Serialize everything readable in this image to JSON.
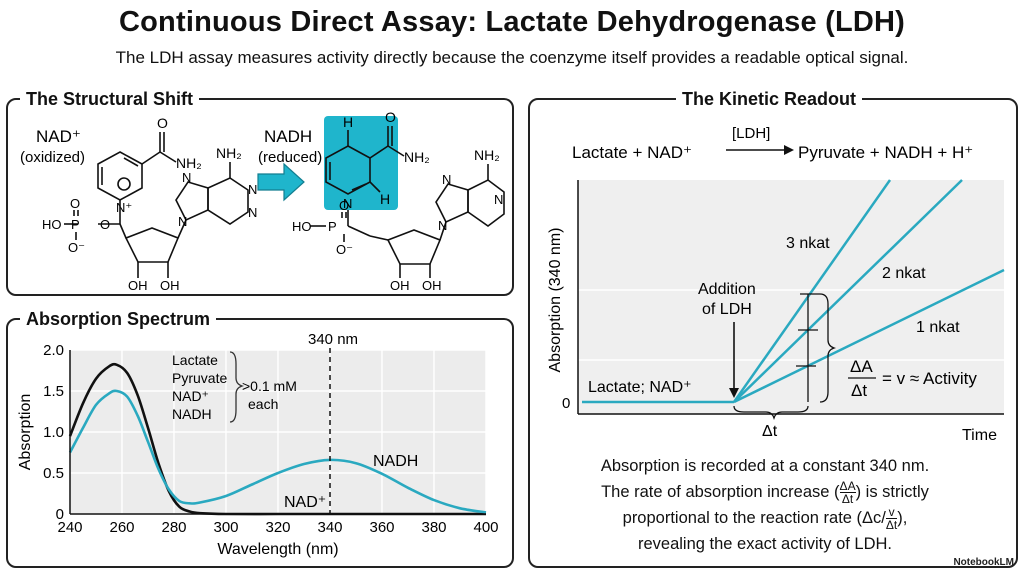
{
  "header": {
    "title": "Continuous Direct Assay: Lactate Dehydrogenase (LDH)",
    "subtitle": "The LDH assay measures activity directly because the coenzyme itself provides a readable optical signal."
  },
  "structural": {
    "title": "The Structural Shift",
    "nad_label": "NAD⁺",
    "nad_state": "(oxidized)",
    "nadh_label": "NADH",
    "nadh_state": "(reduced)",
    "nh2": "NH₂",
    "n": "N",
    "h": "H",
    "o": "O",
    "oh": "OH",
    "ho": "HO",
    "p": "P",
    "o_minus": "O⁻",
    "n_plus": "N⁺",
    "highlight_color": "#1fb5cc"
  },
  "spectrum": {
    "title": "Absorption Spectrum",
    "marker_label": "340 nm",
    "legend_items": [
      "Lactate",
      "Pyruvate",
      "NAD⁺",
      "NADH"
    ],
    "legend_note_1": ">0.1 mM",
    "legend_note_2": "each",
    "curve_label_nadh": "NADH",
    "curve_label_nad": "NAD⁺"
  },
  "kinetic": {
    "title": "The Kinetic Readout",
    "eq_left": "Lactate + NAD⁺",
    "eq_enzyme": "[LDH]",
    "eq_right": "Pyruvate + NADH + H⁺",
    "ylabel": "Absorption (340 nm)",
    "xlabel": "Time",
    "zero_label": "0",
    "baseline_label": "Lactate; NAD⁺",
    "addition_1": "Addition",
    "addition_2": "of LDH",
    "line_labels": [
      "3 nkat",
      "2 nkat",
      "1 nkat"
    ],
    "delta_a": "ΔA",
    "delta_t": "Δt",
    "rate_text": "= v ≈ Activity",
    "delta_t_label": "Δt"
  },
  "caption": {
    "line1": "Absorption is recorded at a constant 340 nm.",
    "line2a": "The rate of absorption increase (",
    "line2frac_top": "ΔA",
    "line2frac_bot": "Δt",
    "line2b": ") is strictly",
    "line3a": "proportional to the reaction rate (Δc/",
    "line3frac_top": "v",
    "line3frac_bot": "Δt",
    "line3b": "),",
    "line4": "revealing the exact activity of LDH."
  },
  "watermark": "NotebookLM",
  "chart_data": {
    "type": "line",
    "title": "",
    "xlabel": "Wavelength (nm)",
    "ylabel": "Absorption",
    "xlim": [
      240,
      400
    ],
    "ylim": [
      0,
      2.0
    ],
    "x_ticks": [
      "240",
      "260",
      "280",
      "300",
      "320",
      "340",
      "360",
      "380",
      "400"
    ],
    "y_ticks": [
      "0",
      "0.5",
      "1.0",
      "1.5",
      "2.0"
    ],
    "grid": true,
    "vline": 340,
    "series": [
      {
        "name": "NAD⁺",
        "color": "#111111",
        "x": [
          240,
          245,
          250,
          255,
          258,
          262,
          266,
          270,
          274,
          278,
          282,
          286,
          290,
          300,
          320,
          340,
          360,
          380,
          400
        ],
        "y": [
          0.95,
          1.35,
          1.65,
          1.8,
          1.82,
          1.72,
          1.45,
          1.05,
          0.62,
          0.28,
          0.09,
          0.03,
          0.01,
          0.0,
          0.0,
          0.0,
          0.0,
          0.0,
          0.0
        ]
      },
      {
        "name": "NADH",
        "color": "#2aa9c0",
        "x": [
          240,
          245,
          250,
          255,
          258,
          262,
          266,
          270,
          274,
          278,
          282,
          286,
          290,
          300,
          310,
          320,
          330,
          340,
          350,
          360,
          370,
          380,
          390,
          400
        ],
        "y": [
          0.75,
          1.05,
          1.33,
          1.47,
          1.5,
          1.43,
          1.2,
          0.88,
          0.55,
          0.3,
          0.16,
          0.13,
          0.14,
          0.22,
          0.36,
          0.5,
          0.61,
          0.66,
          0.62,
          0.49,
          0.32,
          0.17,
          0.07,
          0.02
        ]
      }
    ]
  }
}
